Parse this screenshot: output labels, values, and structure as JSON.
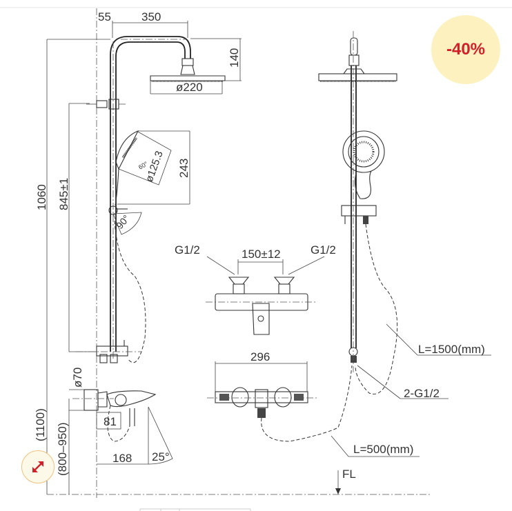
{
  "drawing": {
    "dims": {
      "d55": "55",
      "d350": "350",
      "d140": "140",
      "d220": "ø220",
      "d1060": "1060",
      "d845": "845±1",
      "d243": "243",
      "d125": "ø125.3",
      "a60": "60°",
      "a90": "90°",
      "d70": "ø70",
      "d81": "81",
      "d168": "168",
      "a25": "25°",
      "d1100": "(1100)",
      "d800": "(800–950)",
      "g_left": "G1/2",
      "g_right": "G1/2",
      "d150": "150±12",
      "d296": "296",
      "l1500": "L=1500(mm)",
      "g2": "2-G1/2",
      "l500": "L=500(mm)",
      "fl": "FL"
    }
  },
  "badge": {
    "discount": "-40%",
    "color": "#d0202a"
  },
  "expand_button": {
    "icon": "expand-arrows-icon"
  }
}
